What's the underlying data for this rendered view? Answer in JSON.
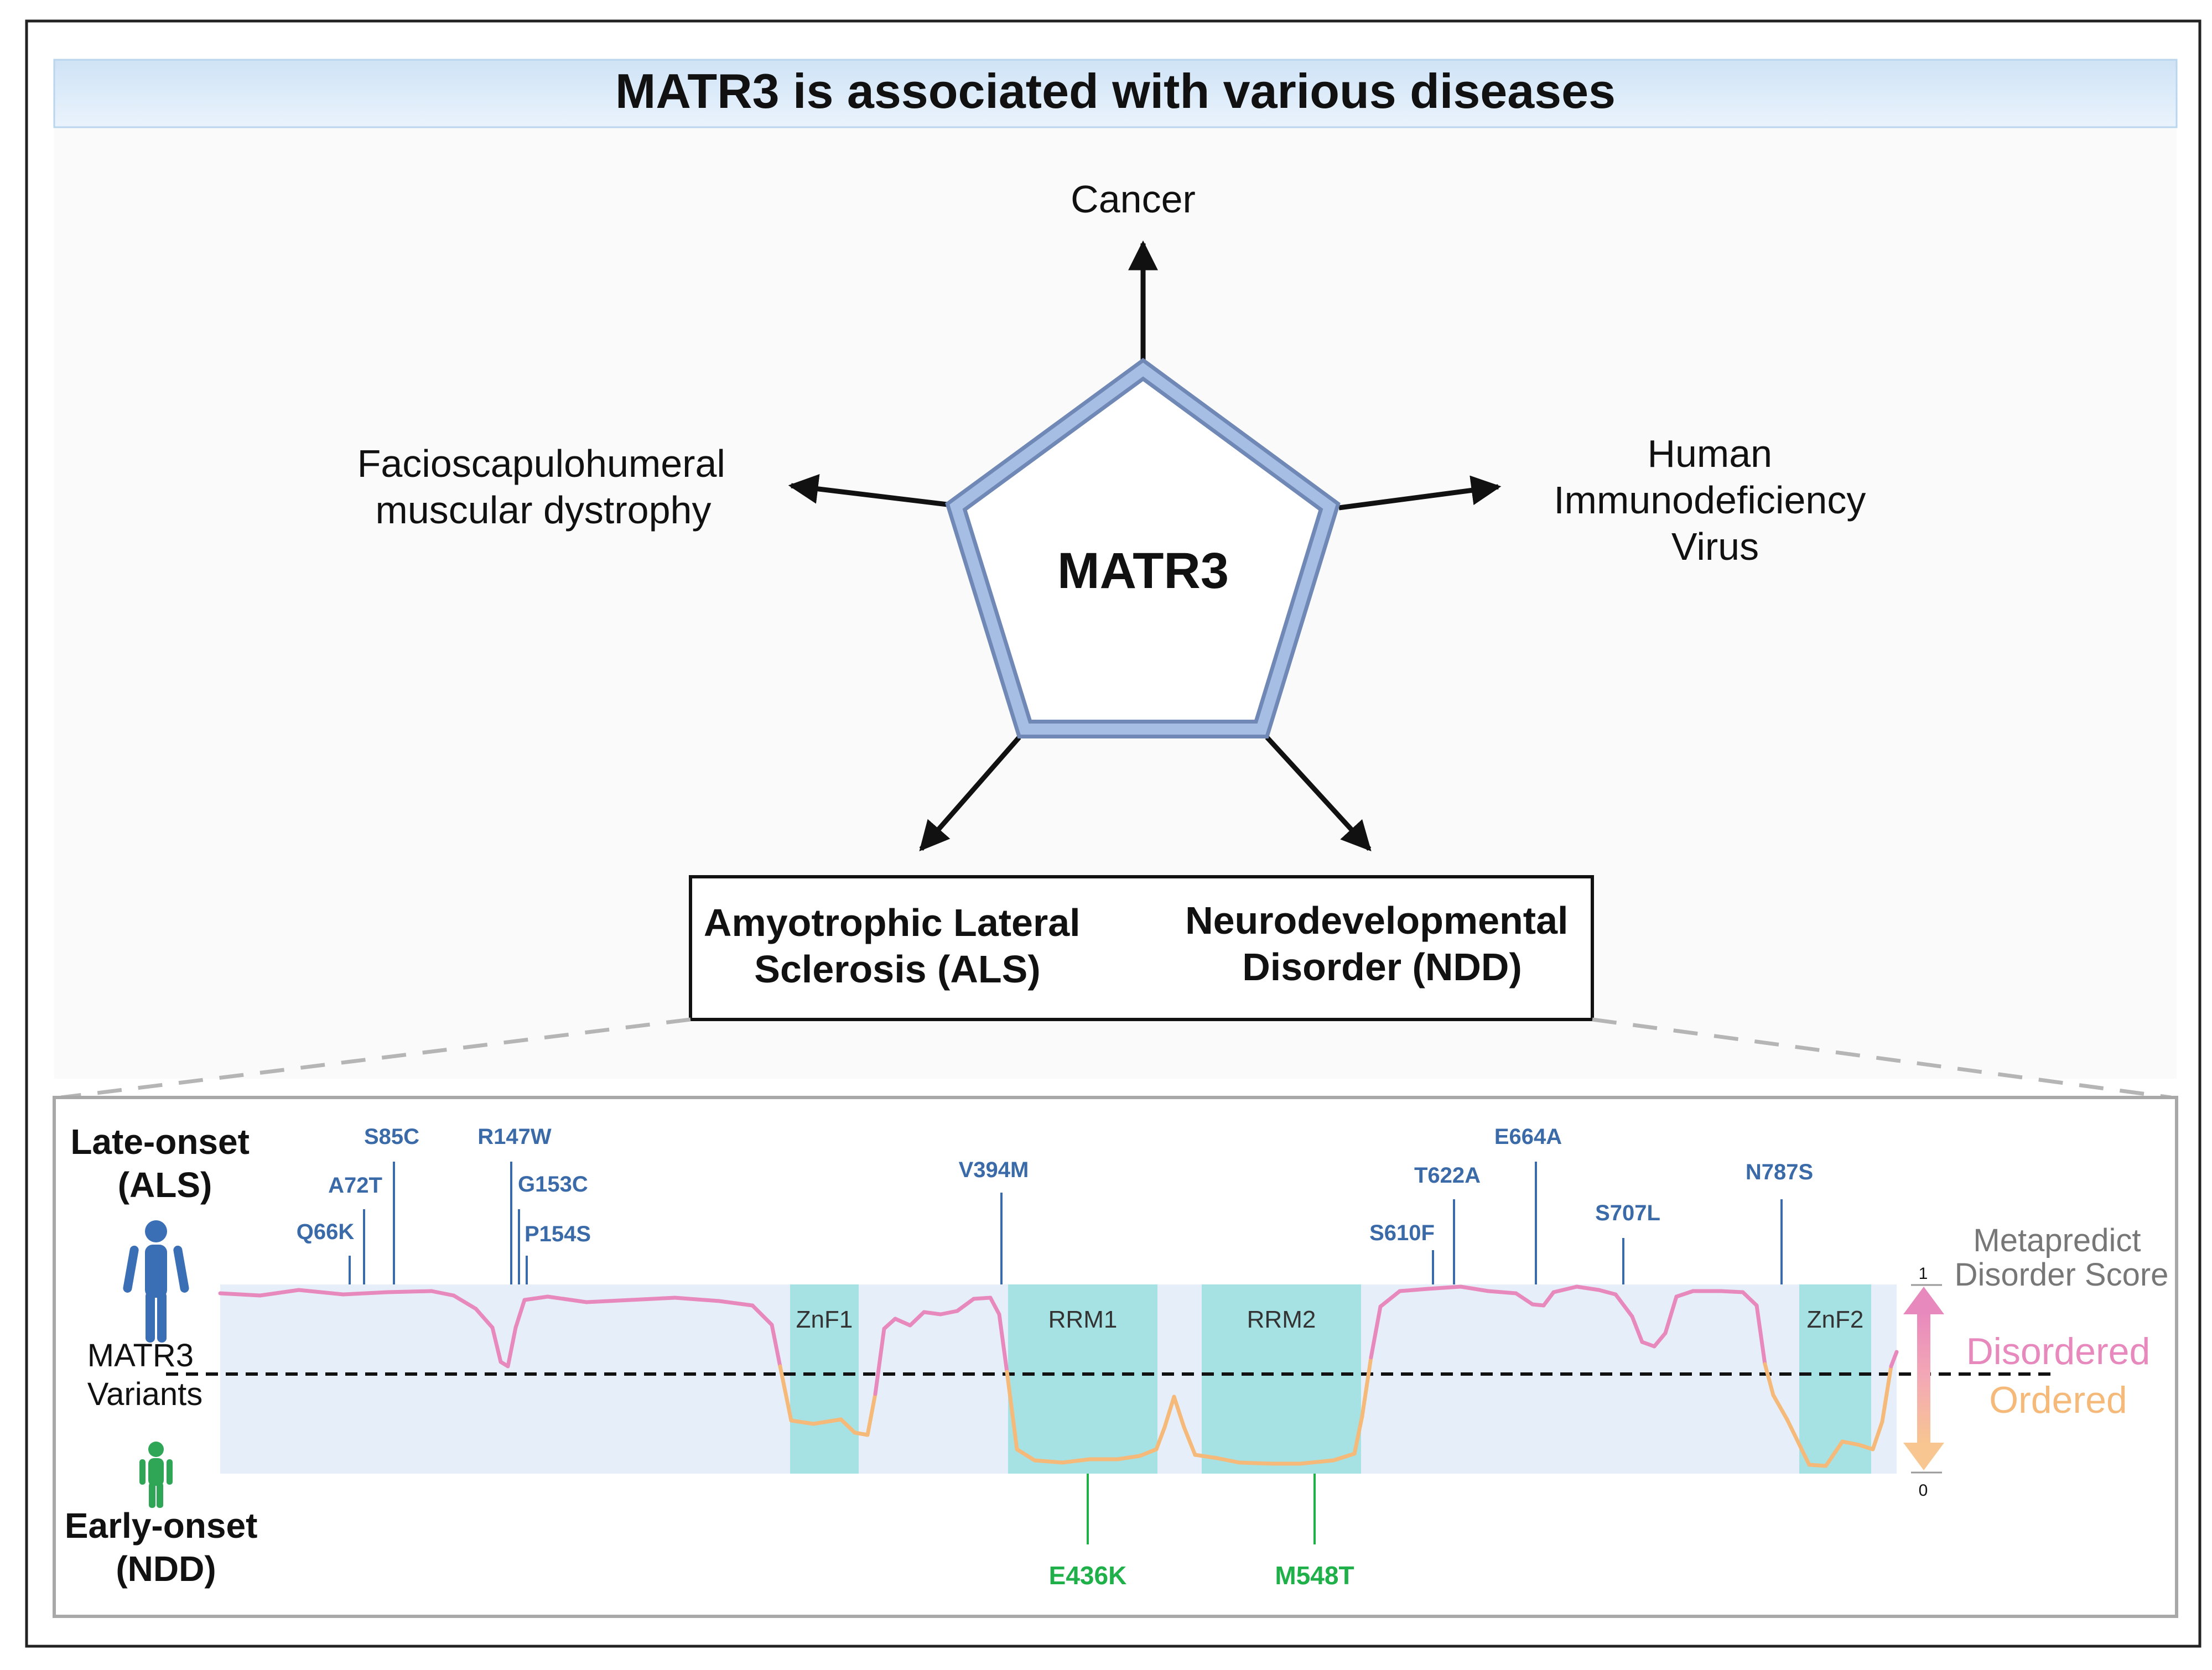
{
  "title": "MATR3 is associated with various diseases",
  "center_label": "MATR3",
  "diseases": {
    "top": [
      "Cancer"
    ],
    "left": [
      "Facioscapulohumeral",
      "muscular dystrophy"
    ],
    "right": [
      "Human",
      "Immunodeficiency",
      "Virus"
    ],
    "als": [
      "Amyotrophic Lateral",
      "Sclerosis (ALS)"
    ],
    "ndd": [
      "Neurodevelopmental",
      "Disorder (NDD)"
    ]
  },
  "variants_panel": {
    "late_onset": [
      "Late-onset",
      "(ALS)"
    ],
    "early_onset": [
      "Early-onset",
      "(NDD)"
    ],
    "middle_label": [
      "MATR3",
      "Variants"
    ],
    "domains": [
      "ZnF1",
      "RRM1",
      "RRM2",
      "ZnF2"
    ],
    "als_variants": [
      "Q66K",
      "A72T",
      "S85C",
      "R147W",
      "G153C",
      "P154S",
      "V394M",
      "S610F",
      "T622A",
      "E664A",
      "S707L",
      "N787S"
    ],
    "ndd_variants": [
      "E436K",
      "M548T"
    ],
    "score_title": [
      "Metapredict",
      "Disorder Score"
    ],
    "scale_max": "1",
    "scale_min": "0",
    "disordered_label": "Disordered",
    "ordered_label": "Ordered",
    "colors": {
      "als_variant": "#3a6aa8",
      "ndd_variant": "#1fb04a",
      "disordered": "#e889bd",
      "ordered": "#f5b97a",
      "domain": "#a6e2e4",
      "track": "#e6eff9",
      "pentagon": "#8eaad6"
    }
  }
}
